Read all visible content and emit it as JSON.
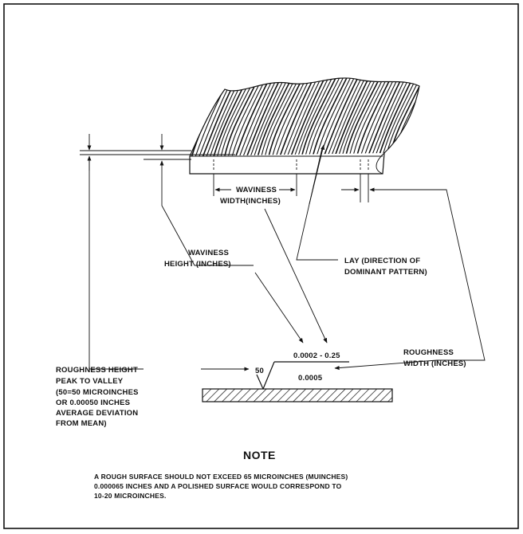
{
  "labels": {
    "waviness_width": [
      "WAVINESS",
      "WIDTH(INCHES)"
    ],
    "waviness_height": [
      "WAVINESS",
      "HEIGHT (INCHES)"
    ],
    "lay": [
      "LAY (DIRECTION OF",
      "DOMINANT PATTERN)"
    ],
    "roughness_width": [
      "ROUGHNESS",
      "WIDTH (INCHES)"
    ],
    "roughness_height": [
      "ROUGHNESS HEIGHT",
      "PEAK TO VALLEY",
      "(50=50 MICROINCHES",
      "OR 0.00050 INCHES",
      "AVERAGE DEVIATION",
      "FROM MEAN)"
    ]
  },
  "symbol": {
    "waviness_values": "0.0002 - 0.25",
    "roughness_value": "50",
    "roughness_width_value": "0.0005"
  },
  "note": {
    "title": "NOTE",
    "lines": [
      "A ROUGH SURFACE SHOULD NOT EXCEED 65 MICROINCHES (MUINCHES)",
      "0.000065 INCHES AND A POLISHED SURFACE WOULD CORRESPOND TO",
      "10-20 MICROINCHES."
    ]
  }
}
